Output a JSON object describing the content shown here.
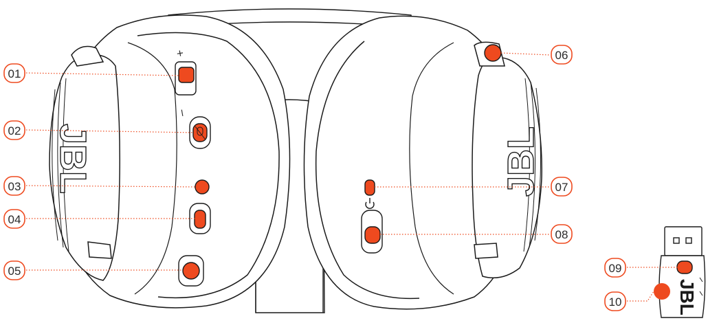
{
  "diagram": {
    "colors": {
      "accent": "#ee4a1f",
      "line": "#1a1a1a",
      "background": "#ffffff"
    },
    "callouts": [
      {
        "id": "01",
        "label": "01",
        "side": "left",
        "target": "volume-slider"
      },
      {
        "id": "02",
        "label": "02",
        "side": "left",
        "target": "mic-mute-slider"
      },
      {
        "id": "03",
        "label": "03",
        "side": "left",
        "target": "status-led"
      },
      {
        "id": "04",
        "label": "04",
        "side": "left",
        "target": "usb-c-port"
      },
      {
        "id": "05",
        "label": "05",
        "side": "left",
        "target": "boom-mic-jack"
      },
      {
        "id": "06",
        "label": "06",
        "side": "right",
        "target": "antenna-tip"
      },
      {
        "id": "07",
        "label": "07",
        "side": "right",
        "target": "power-led"
      },
      {
        "id": "08",
        "label": "08",
        "side": "right",
        "target": "power-switch"
      },
      {
        "id": "09",
        "label": "09",
        "side": "left",
        "target": "dongle-led"
      },
      {
        "id": "10",
        "label": "10",
        "side": "left",
        "target": "dongle-button"
      }
    ],
    "control_marks": {
      "volume_plus": "+",
      "volume_minus": "–"
    },
    "icons": {
      "mic_mute": "mic-off-icon",
      "power": "power-icon"
    },
    "logo_text": "JBL"
  }
}
